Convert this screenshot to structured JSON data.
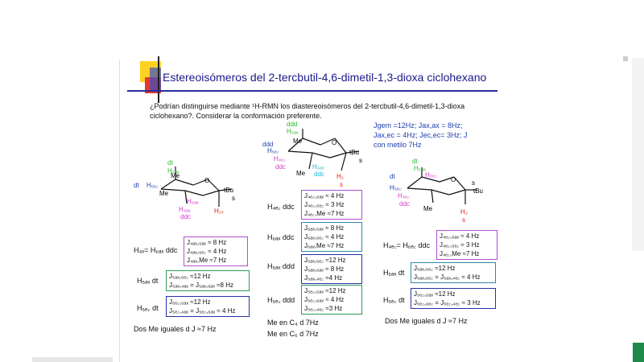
{
  "title": "Estereoisómeros del 2-tercbutil-4,6-dimetil-1,3-dioxa ciclohexano",
  "question": "¿Podrían distinguirse mediante ¹H-RMN los diastereoisómeros del 2-tercbutil-4,6-dimetil-1,3-dioxa ciclohexano?. Considerar la conformación preferente.",
  "coupling_info": "Jgem =12Hz; Jax,ax = 8Hz; Jax,ec = 4Hz; Jec,ec= 3Hz; J con metilo 7Hz",
  "left": {
    "h4_label": "H₄ₓ= H₆ₐₓ ddc",
    "box1": [
      "J₄ₐₓ,₅ₐₓ ≈ 8 Hz",
      "J₄ₐₓ,₅ₑ꜀ ≈ 4 Hz",
      "J₄ₐₓ,Me ≈7 Hz"
    ],
    "h5ax_label": "H₅ₐₓ dt",
    "box2": [
      "J₅ₐₓ,₅ₑ꜀ ≈12 Hz",
      "J₅ₐₓ,₄ₐₓ = J₅ₐₓ,₆ₐₓ ≈8 Hz"
    ],
    "h5ec_label": "H₅ₑ꜀ dt",
    "box3": [
      "J₅ₑ꜀,₅ₐₓ ≈12 Hz",
      "J₅ₑ꜀,₄ₐₓ = J₅ₑ꜀,₆ₐₓ ≈ 4 Hz"
    ],
    "footer": "Dos Me iguales d J ≈7 Hz"
  },
  "middle": {
    "h4_label": "H₄ₑ꜀ ddc",
    "box1": [
      "J₄ₑ꜀,₅ₐₓ ≈ 4 Hz",
      "J₄ₑ꜀,₅ₑ꜀ ≈ 3 Hz",
      "J₄ₑ꜀,Me ≈7 Hz"
    ],
    "h6_label": "H₆ₐₓ ddc",
    "box2": [
      "J₆ₐₓ,₅ₐₓ ≈ 8 Hz",
      "J₆ₐₓ,₅ₑ꜀ ≈ 4 Hz",
      "J₆ₐₓ,Me ≈7 Hz"
    ],
    "h5ax_label": "H₅ₐₓ ddd",
    "box3": [
      "J₅ₐₓ,₅ₑ꜀ ≈12 Hz",
      "J₅ₐₓ,₆ₐₓ ≈ 8 Hz",
      "J₅ₐₓ,₄ₑ꜀ ≈4 Hz"
    ],
    "h5ec_label": "H₅ₑ꜀ ddd",
    "box4": [
      "J₅ₑ꜀,₅ₐₓ ≈12 Hz",
      "J₅ₑ꜀,₆ₐₓ ≈ 4 Hz",
      "J₅ₑ꜀,₄ₑ꜀ ≈3 Hz"
    ],
    "footer1": "Me en C₄ d 7Hz",
    "footer2": "Me en C₆ d 7Hz"
  },
  "right": {
    "h4_label": "H₄ₑ꜀= H₆ₑ꜀ ddc",
    "box1": [
      "J₄ₑ꜀,₅ₐₓ ≈ 4 Hz",
      "J₄ₑ꜀,₅ₑ꜀ ≈ 3 Hz",
      "J₄ₑ꜀,Me ≈7 Hz"
    ],
    "h5ax_label": "H₅ₐₓ dt",
    "box2": [
      "J₅ₐₓ,₅ₑ꜀ ≈12 Hz",
      "J₅ₐₓ,₆ₑ꜀ = J₅ₐₓ,₄ₑ꜀ ≈ 4 Hz"
    ],
    "h5ec_label": "H₅ₑ꜀ dt",
    "box3": [
      "J₅ₑ꜀,₅ₐₓ ≈12 Hz",
      "J₅ₑ꜀,₆ₑ꜀ = J₅ₑ꜀,₄ₑ꜀ ≈ 3 Hz"
    ],
    "footer": "Dos Me iguales d J ≈7 Hz"
  },
  "molecule_labels": {
    "dt": "dt",
    "ddd": "ddd",
    "ddc": "ddc",
    "s": "s",
    "tBu": "tBu",
    "Me": "Me",
    "H5ax": "H₅ₐₓ",
    "H5ec": "H₅ₑ꜀",
    "H4ax": "H₄ₐₓ",
    "H4ec": "H₄ₑ꜀",
    "H6ax": "H₆ₐₓ",
    "H6ec": "H₆ₑ꜀",
    "H2": "H₂",
    "H2s": "H₂ₛ",
    "O": "O"
  },
  "colors": {
    "title": "#1a1a8a",
    "green": "#2eb82e",
    "magenta": "#d63acb",
    "red": "#e0201c",
    "blue": "#1e3fb0",
    "cyan": "#1fb6d6"
  }
}
